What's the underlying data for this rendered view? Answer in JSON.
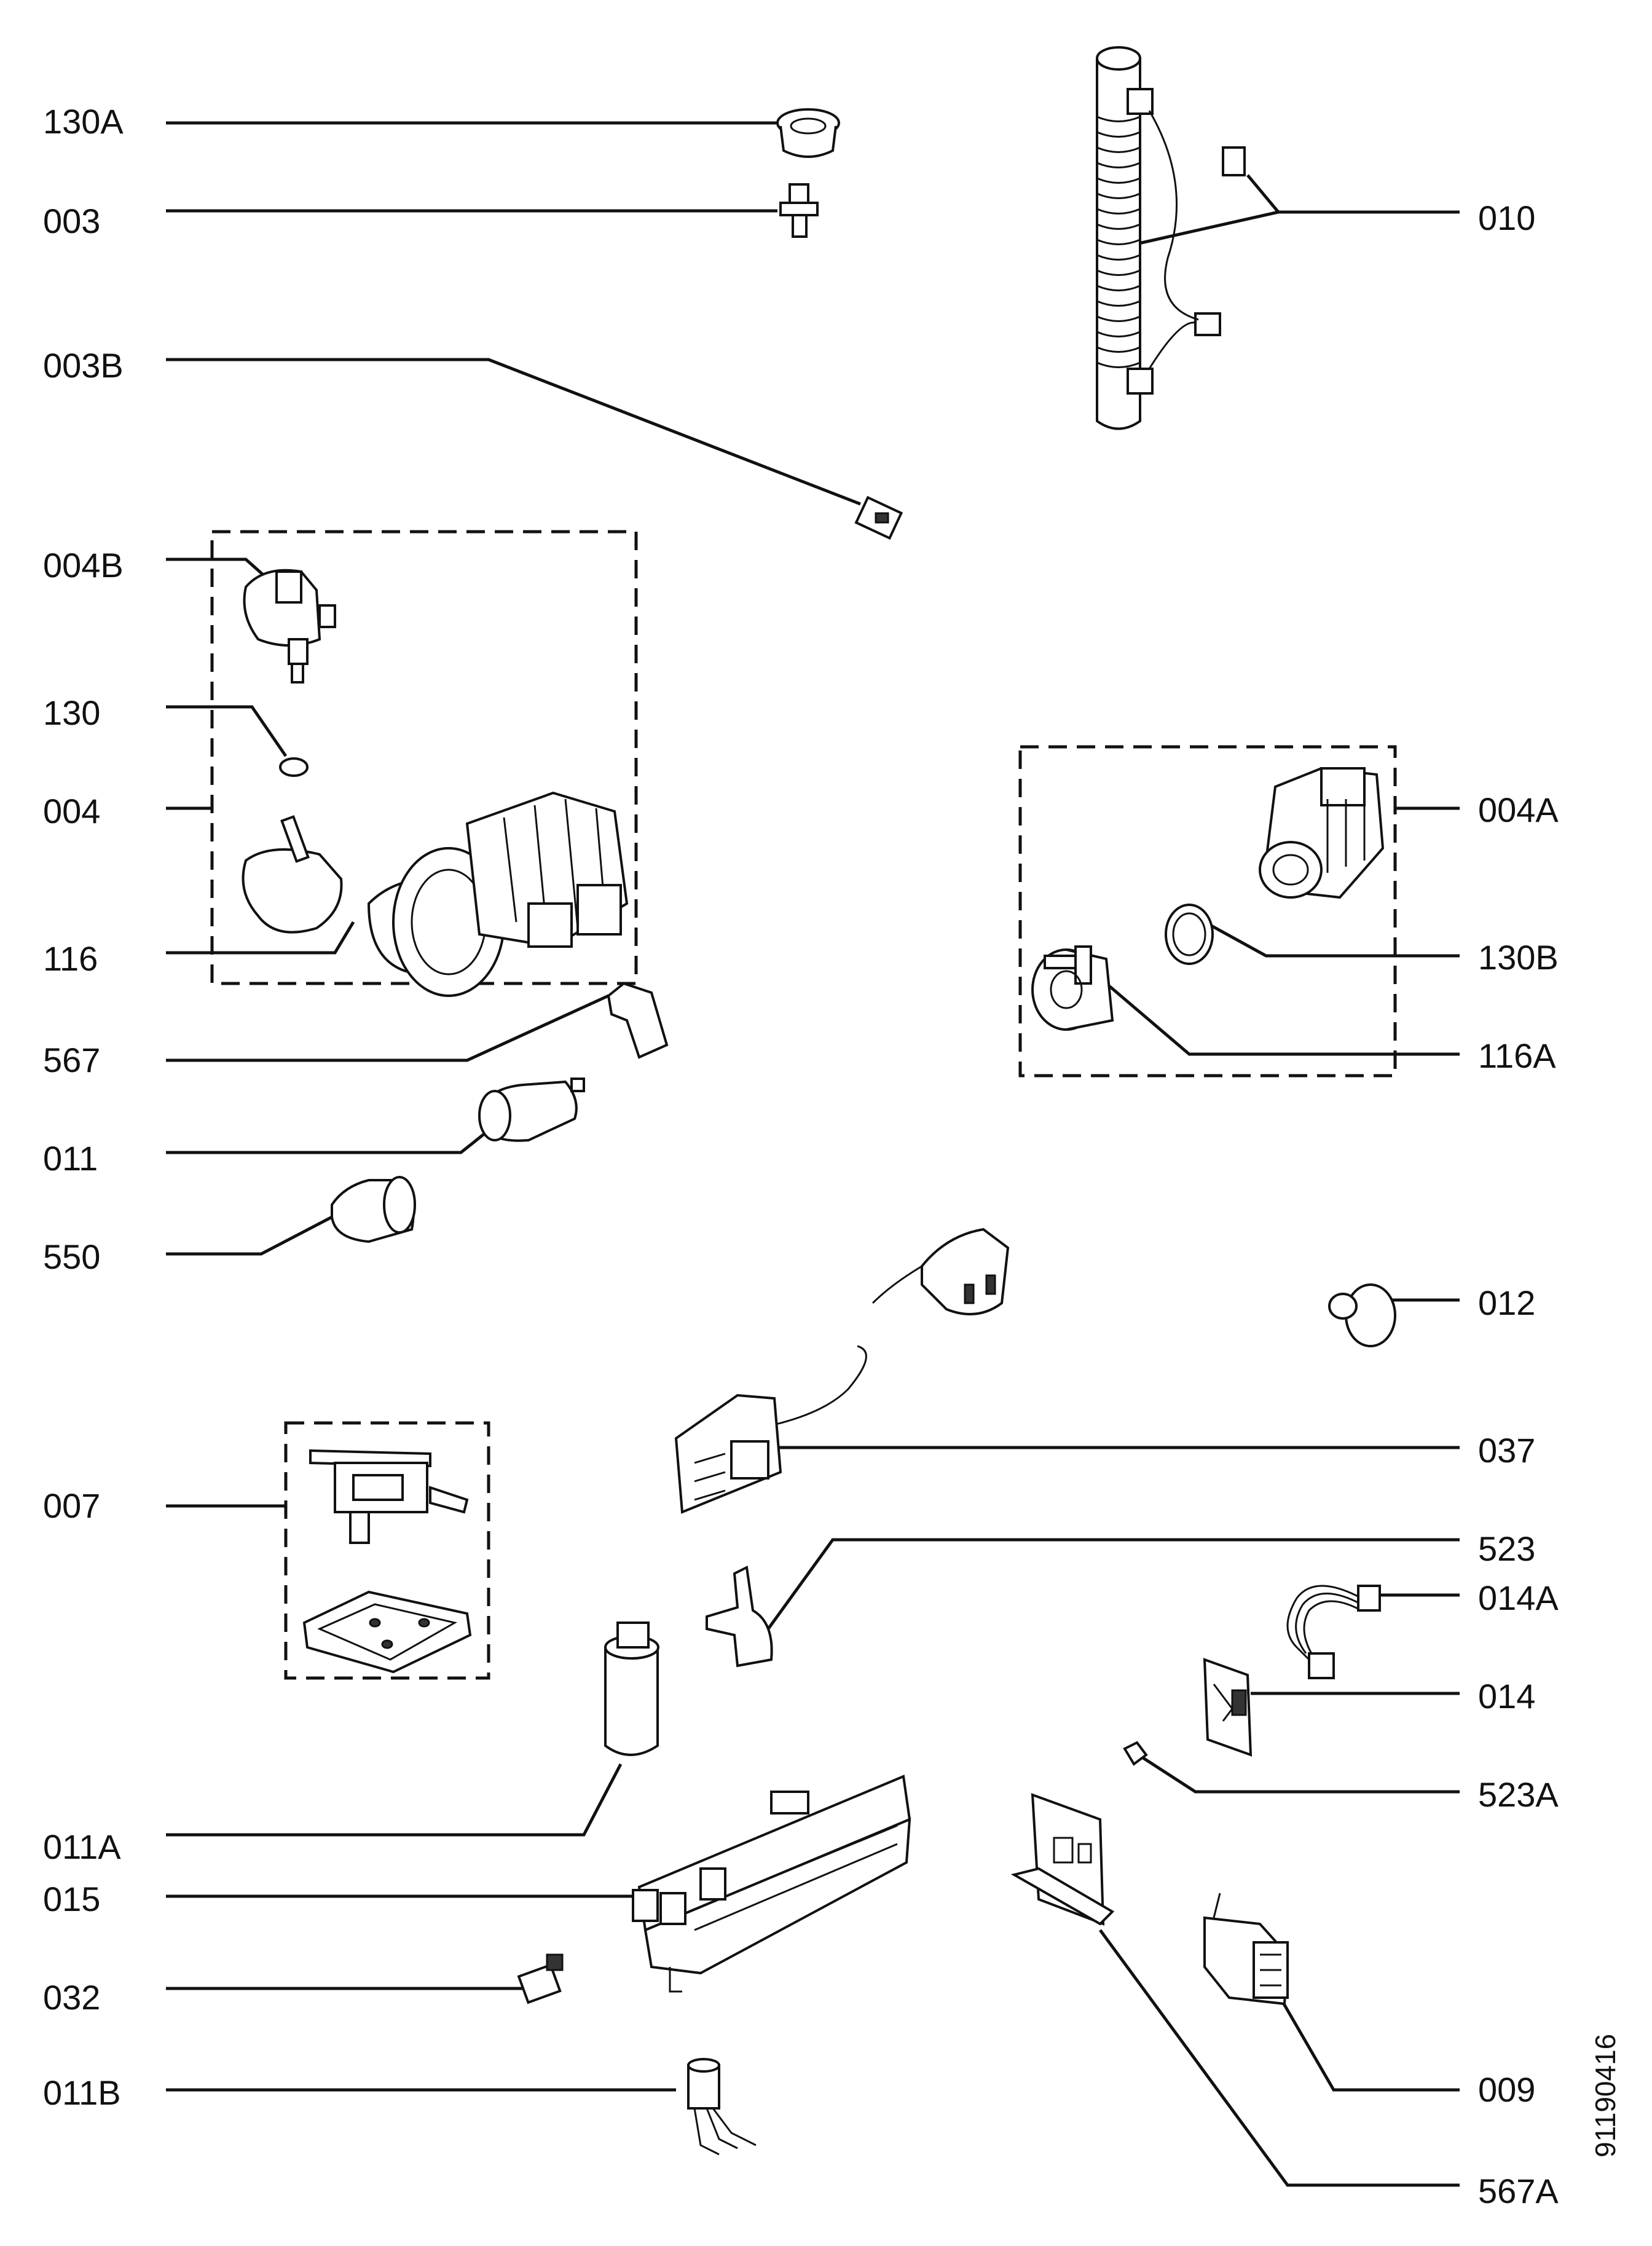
{
  "diagram": {
    "drawing_number": "91190416",
    "left_labels": [
      {
        "id": "130A",
        "text": "130A"
      },
      {
        "id": "003",
        "text": "003"
      },
      {
        "id": "003B",
        "text": "003B"
      },
      {
        "id": "004B",
        "text": "004B"
      },
      {
        "id": "130",
        "text": "130"
      },
      {
        "id": "004",
        "text": "004"
      },
      {
        "id": "116",
        "text": "116"
      },
      {
        "id": "567",
        "text": "567"
      },
      {
        "id": "011",
        "text": "011"
      },
      {
        "id": "550",
        "text": "550"
      },
      {
        "id": "007",
        "text": "007"
      },
      {
        "id": "011A",
        "text": "011A"
      },
      {
        "id": "015",
        "text": "015"
      },
      {
        "id": "032",
        "text": "032"
      },
      {
        "id": "011B",
        "text": "011B"
      }
    ],
    "right_labels": [
      {
        "id": "010",
        "text": "010"
      },
      {
        "id": "004A",
        "text": "004A"
      },
      {
        "id": "130B",
        "text": "130B"
      },
      {
        "id": "116A",
        "text": "116A"
      },
      {
        "id": "012",
        "text": "012"
      },
      {
        "id": "037",
        "text": "037"
      },
      {
        "id": "523",
        "text": "523"
      },
      {
        "id": "014A",
        "text": "014A"
      },
      {
        "id": "014",
        "text": "014"
      },
      {
        "id": "523A",
        "text": "523A"
      },
      {
        "id": "009",
        "text": "009"
      },
      {
        "id": "567A",
        "text": "567A"
      }
    ]
  }
}
